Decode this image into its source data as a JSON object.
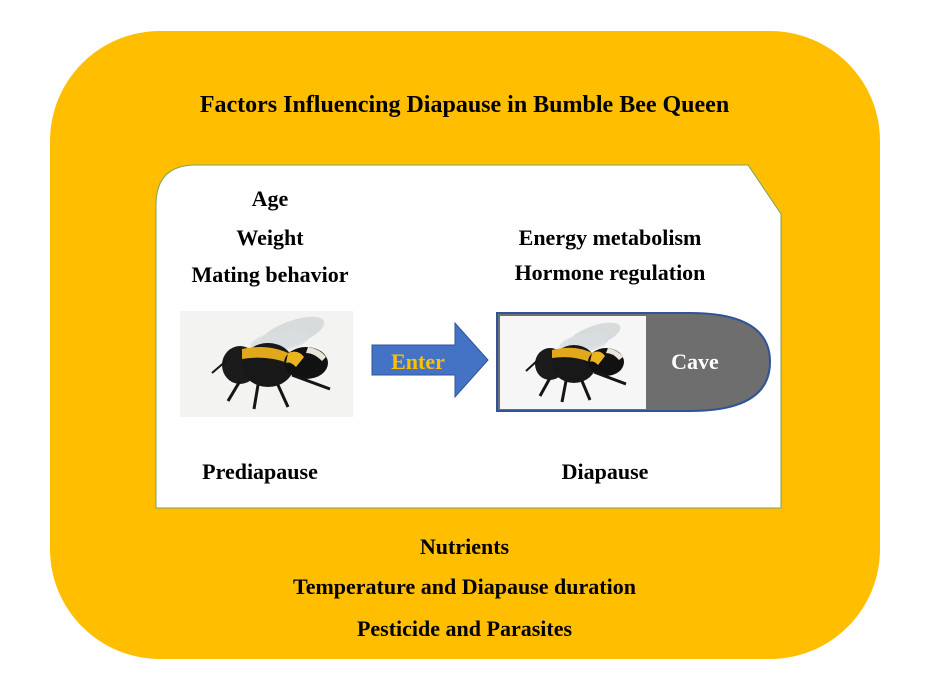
{
  "title": "Factors Influencing Diapause in Bumble Bee Queen",
  "prediapause": {
    "factors": [
      "Age",
      "Weight",
      "Mating behavior"
    ],
    "label": "Prediapause"
  },
  "arrow": {
    "label": "Enter"
  },
  "diapause": {
    "factors": [
      "Energy metabolism",
      "Hormone regulation"
    ],
    "label": "Diapause",
    "cave_label": "Cave"
  },
  "bottom_factors": [
    "Nutrients",
    "Temperature and Diapause duration",
    "Pesticide and Parasites"
  ],
  "colors": {
    "outer": "#FFBE00",
    "arrow": "#4472C4",
    "arrow_text": "#FFC000",
    "cave": "#6E6E6E",
    "cave_border": "#2F5597",
    "inner_border": "#7FA35A"
  },
  "icons": [
    "bumble-bee-image",
    "bumble-bee-image"
  ]
}
